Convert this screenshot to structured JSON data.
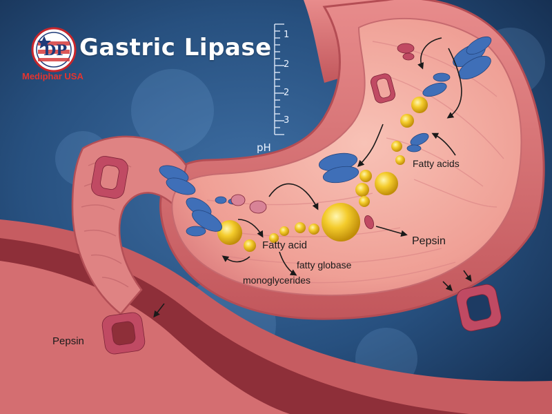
{
  "header": {
    "title": "Gastric Lipase",
    "brand_name": "Mediphar USA",
    "logo_text": "DP"
  },
  "ph_scale": {
    "label": "pH",
    "ticks": [
      "1",
      "2",
      "2",
      "3"
    ]
  },
  "labels": {
    "fatty_acids": "Fatty acids",
    "pepsin_right": "Pepsin",
    "fatty_acid": "Fatty acid",
    "fatty_globase": "fatty globase",
    "monoglycerides": "monoglycerides",
    "pepsin_left": "Pepsin"
  },
  "colors": {
    "background": "#1d3b63",
    "stomach_tissue": "#d9777a",
    "stomach_inner": "#f1a79f",
    "fat_globule": "#f2c21b",
    "lipase_blue": "#3f6fb8",
    "pepsin_red": "#b23a55",
    "brand_red": "#e3342f"
  },
  "icons": {
    "logo": "mediphar-logo-icon",
    "arrow": "curved-arrow-icon"
  }
}
